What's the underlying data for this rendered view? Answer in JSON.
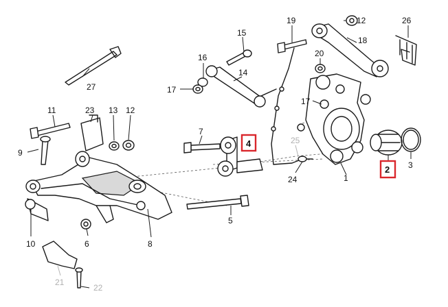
{
  "diagram": {
    "callouts": [
      {
        "id": "c1",
        "text": "1"
      },
      {
        "id": "c2",
        "text": "2"
      },
      {
        "id": "c3",
        "text": "3"
      },
      {
        "id": "c4",
        "text": "4"
      },
      {
        "id": "c5",
        "text": "5"
      },
      {
        "id": "c6",
        "text": "6"
      },
      {
        "id": "c7",
        "text": "7"
      },
      {
        "id": "c8",
        "text": "8"
      },
      {
        "id": "c9",
        "text": "9"
      },
      {
        "id": "c10",
        "text": "10"
      },
      {
        "id": "c11",
        "text": "11"
      },
      {
        "id": "c12a",
        "text": "12"
      },
      {
        "id": "c12b",
        "text": "12"
      },
      {
        "id": "c13",
        "text": "13"
      },
      {
        "id": "c14",
        "text": "14"
      },
      {
        "id": "c15",
        "text": "15"
      },
      {
        "id": "c16",
        "text": "16"
      },
      {
        "id": "c17a",
        "text": "17"
      },
      {
        "id": "c17b",
        "text": "17"
      },
      {
        "id": "c18",
        "text": "18"
      },
      {
        "id": "c19",
        "text": "19"
      },
      {
        "id": "c20",
        "text": "20"
      },
      {
        "id": "c21",
        "text": "21"
      },
      {
        "id": "c22",
        "text": "22"
      },
      {
        "id": "c23",
        "text": "23"
      },
      {
        "id": "c24",
        "text": "24"
      },
      {
        "id": "c25",
        "text": "25"
      },
      {
        "id": "c26",
        "text": "26"
      },
      {
        "id": "c27",
        "text": "27"
      }
    ],
    "highlighted": [
      "2",
      "4"
    ],
    "highlight_color": "#d9262c"
  }
}
